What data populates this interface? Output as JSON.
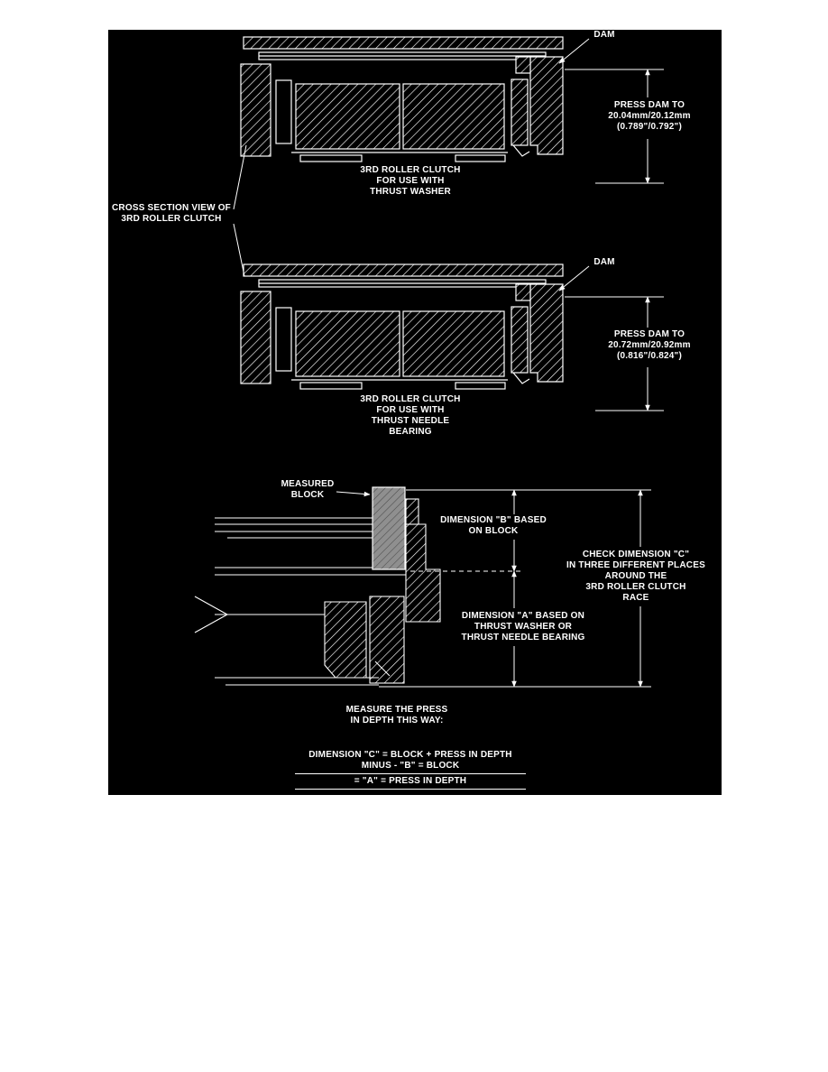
{
  "colors": {
    "panel_bg": "#000000",
    "line_color": "#ffffff",
    "block_fill": "#8f8f8f"
  },
  "top_view": {
    "dam_label": "DAM",
    "press_dam": {
      "l1": "PRESS DAM TO",
      "l2": "20.04mm/20.12mm",
      "l3": "(0.789\"/0.792\")"
    },
    "caption": {
      "l1": "3RD ROLLER CLUTCH",
      "l2": "FOR USE WITH",
      "l3": "THRUST WASHER"
    }
  },
  "cross_section_label": {
    "l1": "CROSS SECTION VIEW OF",
    "l2": "3RD ROLLER CLUTCH"
  },
  "middle_view": {
    "dam_label": "DAM",
    "press_dam": {
      "l1": "PRESS DAM TO",
      "l2": "20.72mm/20.92mm",
      "l3": "(0.816\"/0.824\")"
    },
    "caption": {
      "l1": "3RD ROLLER CLUTCH",
      "l2": "FOR USE WITH",
      "l3": "THRUST NEEDLE",
      "l4": "BEARING"
    }
  },
  "measure_view": {
    "measured_block": {
      "l1": "MEASURED",
      "l2": "BLOCK"
    },
    "dim_b": {
      "l1": "DIMENSION \"B\" BASED",
      "l2": "ON BLOCK"
    },
    "check_c": {
      "l1": "CHECK DIMENSION \"C\"",
      "l2": "IN THREE DIFFERENT PLACES",
      "l3": "AROUND THE",
      "l4": "3RD ROLLER CLUTCH",
      "l5": "RACE"
    },
    "dim_a": {
      "l1": "DIMENSION \"A\" BASED ON",
      "l2": "THRUST WASHER OR",
      "l3": "THRUST NEEDLE BEARING"
    },
    "measure_note": {
      "l1": "MEASURE THE PRESS",
      "l2": "IN DEPTH THIS WAY:"
    },
    "formula": {
      "l1": "DIMENSION \"C\" = BLOCK + PRESS IN DEPTH",
      "l2": "MINUS - \"B\" = BLOCK",
      "l3": "= \"A\" = PRESS IN DEPTH"
    }
  }
}
